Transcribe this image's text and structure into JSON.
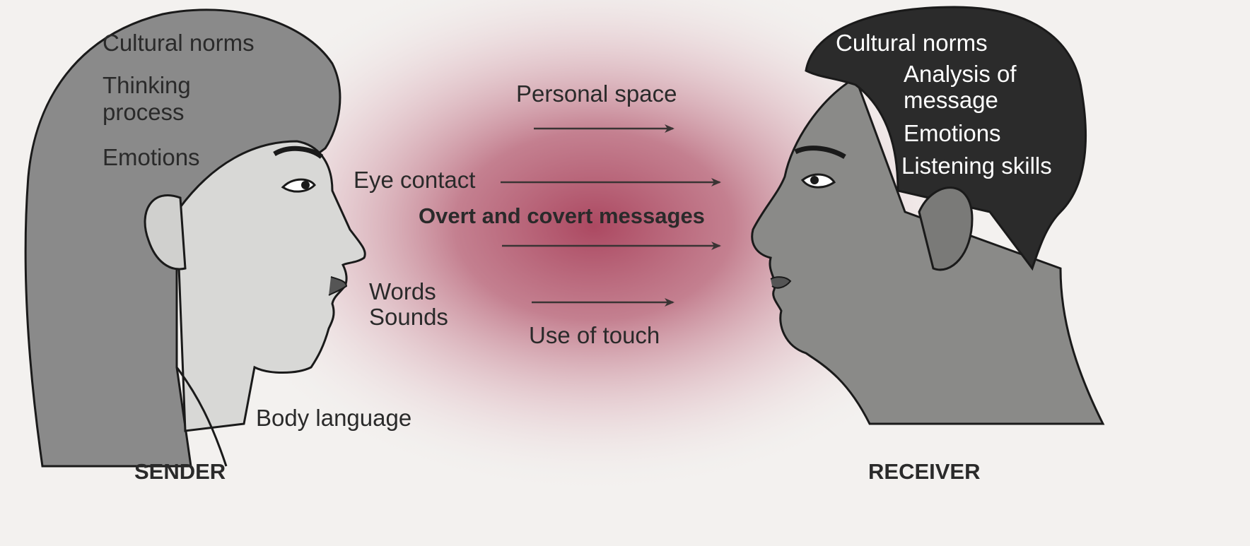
{
  "sender": {
    "head_notes": [
      "Cultural norms",
      "Thinking",
      "process",
      "Emotions"
    ],
    "body_language": "Body language",
    "label": "SENDER"
  },
  "receiver": {
    "head_notes": [
      "Cultural norms",
      "Analysis of",
      "message",
      "Emotions",
      "Listening skills"
    ],
    "label": "RECEIVER"
  },
  "channels": {
    "personal_space": "Personal space",
    "eye_contact": "Eye contact",
    "overt_covert": "Overt and covert messages",
    "words": "Words",
    "sounds": "Sounds",
    "use_of_touch": "Use of touch"
  },
  "colors": {
    "background": "#f3f1ef",
    "glow": "#a8405a",
    "sender_skin": "#d8d8d6",
    "sender_hair": "#8a8a8a",
    "receiver_skin": "#8a8a88",
    "receiver_hair": "#2b2b2b",
    "arrow": "#3a3434"
  }
}
